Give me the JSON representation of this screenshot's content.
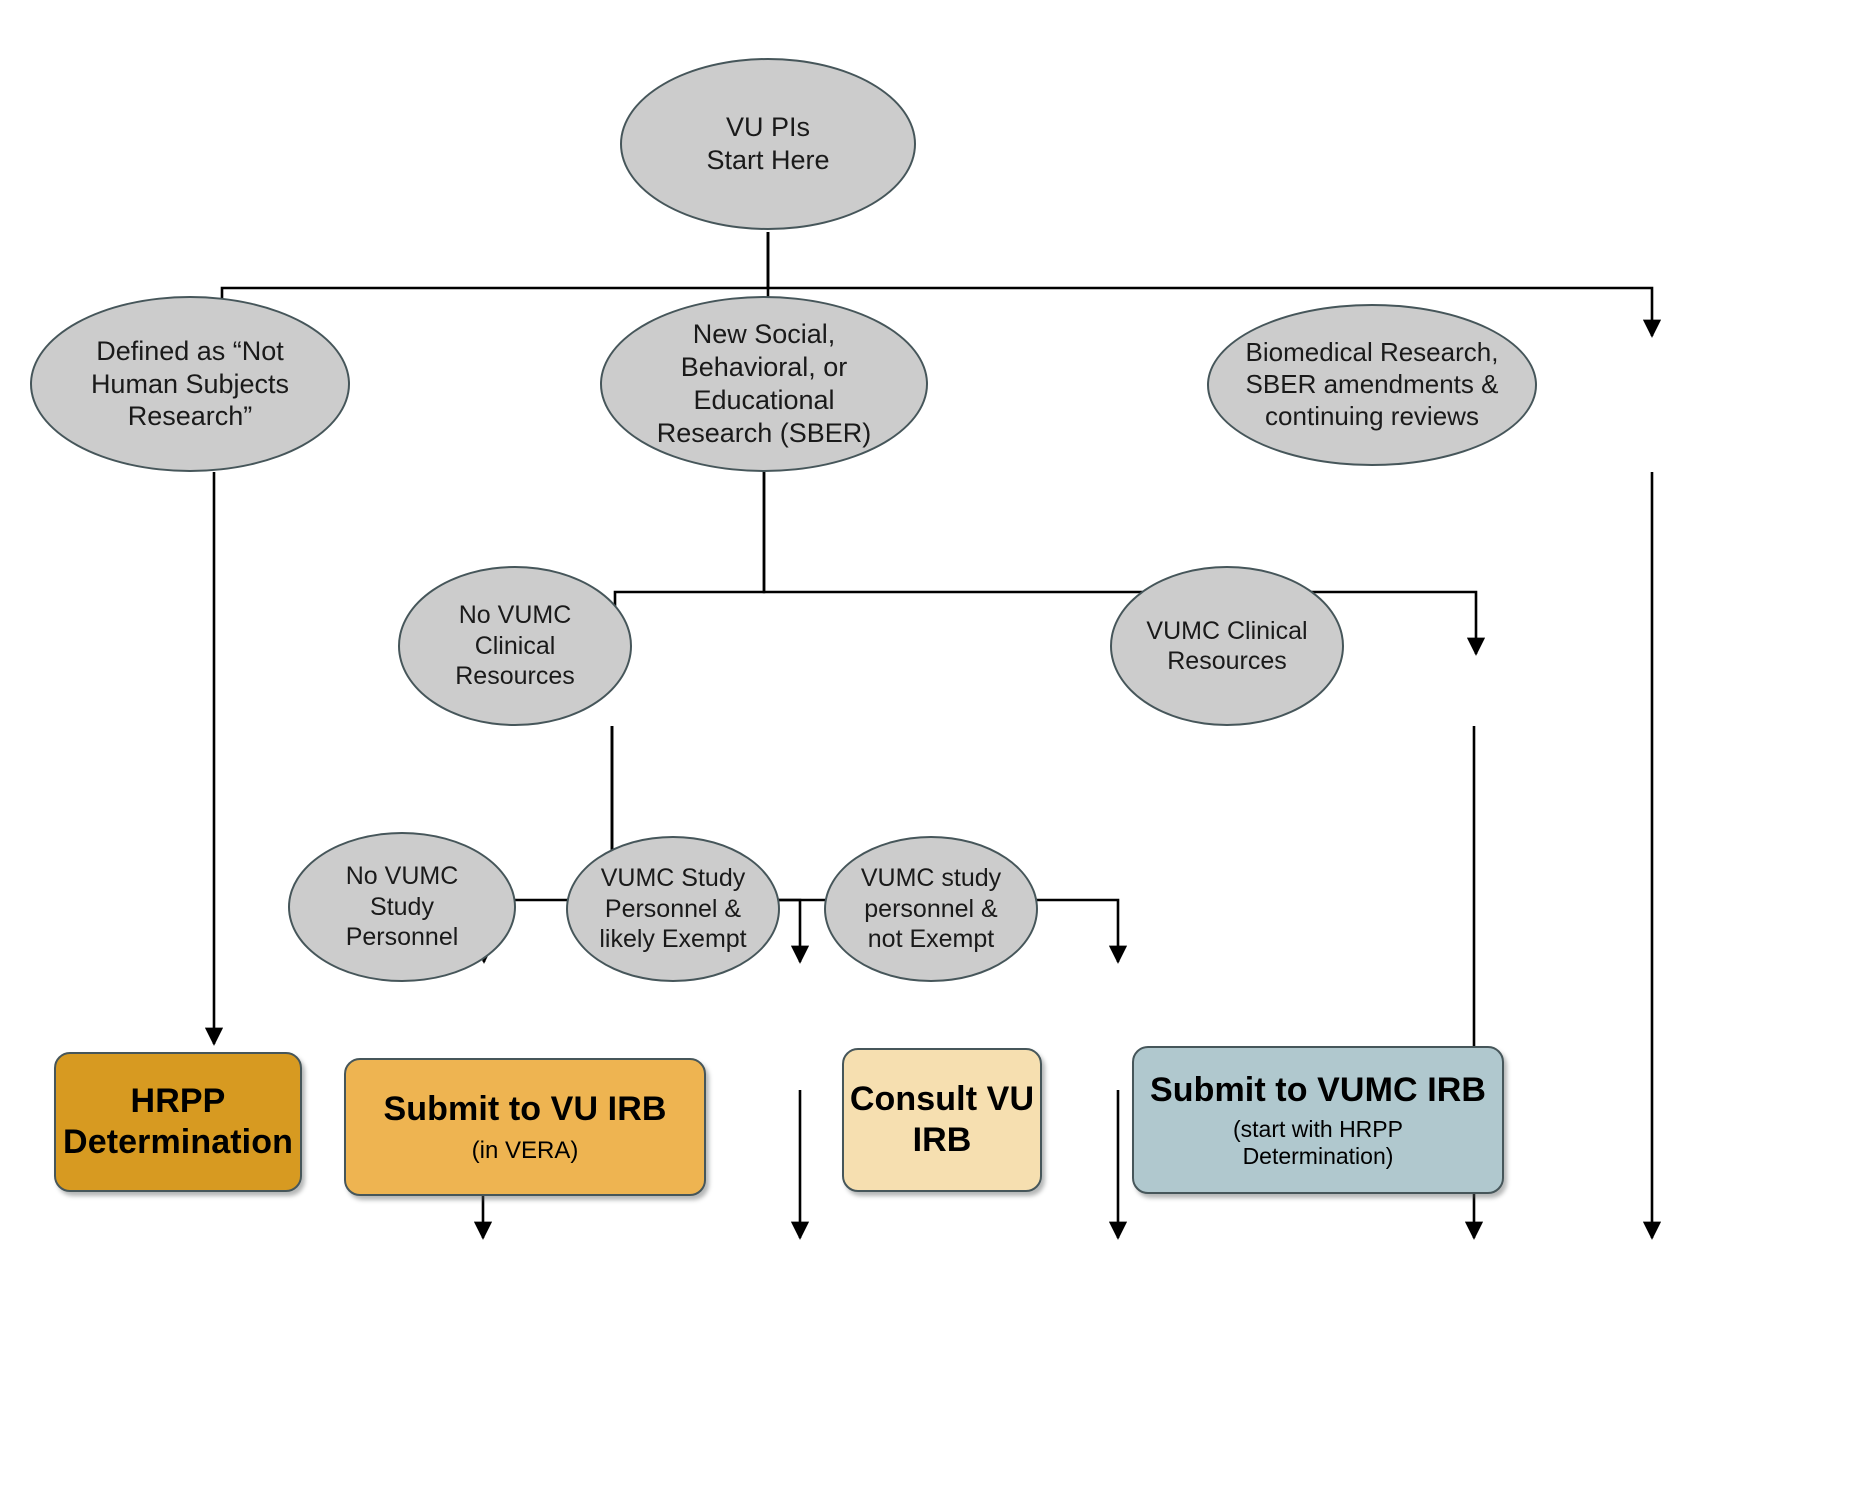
{
  "diagram": {
    "title": "VU PIs Start Here IRB routing flowchart",
    "colors": {
      "ellipse_fill": "#cccccc",
      "node_border": "#46565a",
      "hrpp_box": "#d79a21",
      "vu_irb_box": "#eeb451",
      "consult_box": "#f6dfb0",
      "vumc_irb_box": "#b0c8ce",
      "edge": "#000000"
    },
    "nodes": {
      "start": {
        "lines": [
          "VU PIs",
          "Start  Here"
        ]
      },
      "not_human_subjects": {
        "lines": [
          "Defined as “Not",
          "Human Subjects",
          "Research”"
        ]
      },
      "sber": {
        "lines": [
          "New Social,",
          "Behavioral, or",
          "Educational",
          "Research (SBER)"
        ]
      },
      "biomedical": {
        "lines": [
          "Biomedical Research,",
          "SBER amendments &",
          "continuing reviews"
        ]
      },
      "no_vumc_clinical_resources": {
        "lines": [
          "No VUMC",
          "Clinical",
          "Resources"
        ]
      },
      "vumc_clinical_resources": {
        "lines": [
          "VUMC Clinical",
          "Resources"
        ]
      },
      "no_vumc_study_personnel": {
        "lines": [
          "No VUMC",
          "Study",
          "Personnel"
        ]
      },
      "vumc_personnel_exempt": {
        "lines": [
          "VUMC Study",
          "Personnel &",
          "likely Exempt"
        ]
      },
      "vumc_personnel_not_exempt": {
        "lines": [
          "VUMC study",
          "personnel &",
          "not Exempt"
        ]
      },
      "hrpp_determination": {
        "main": "HRPP\nDetermination"
      },
      "submit_vu_irb": {
        "main": "Submit to VU IRB",
        "sub": "(in VERA)"
      },
      "consult_vu_irb": {
        "main": "Consult VU\nIRB"
      },
      "submit_vumc_irb": {
        "main": "Submit to VUMC IRB",
        "sub": "(start with HRPP\nDetermination)"
      }
    },
    "edges": [
      {
        "from": "start",
        "to": "not_human_subjects"
      },
      {
        "from": "start",
        "to": "sber"
      },
      {
        "from": "start",
        "to": "biomedical"
      },
      {
        "from": "not_human_subjects",
        "to": "hrpp_determination"
      },
      {
        "from": "sber",
        "to": "no_vumc_clinical_resources"
      },
      {
        "from": "sber",
        "to": "vumc_clinical_resources"
      },
      {
        "from": "no_vumc_clinical_resources",
        "to": "no_vumc_study_personnel"
      },
      {
        "from": "no_vumc_clinical_resources",
        "to": "vumc_personnel_exempt"
      },
      {
        "from": "no_vumc_clinical_resources",
        "to": "vumc_personnel_not_exempt"
      },
      {
        "from": "no_vumc_study_personnel",
        "to": "submit_vu_irb"
      },
      {
        "from": "vumc_personnel_exempt",
        "to": "submit_vu_irb"
      },
      {
        "from": "vumc_personnel_not_exempt",
        "to": "consult_vu_irb"
      },
      {
        "from": "vumc_clinical_resources",
        "to": "submit_vumc_irb"
      },
      {
        "from": "biomedical",
        "to": "submit_vumc_irb"
      }
    ]
  }
}
